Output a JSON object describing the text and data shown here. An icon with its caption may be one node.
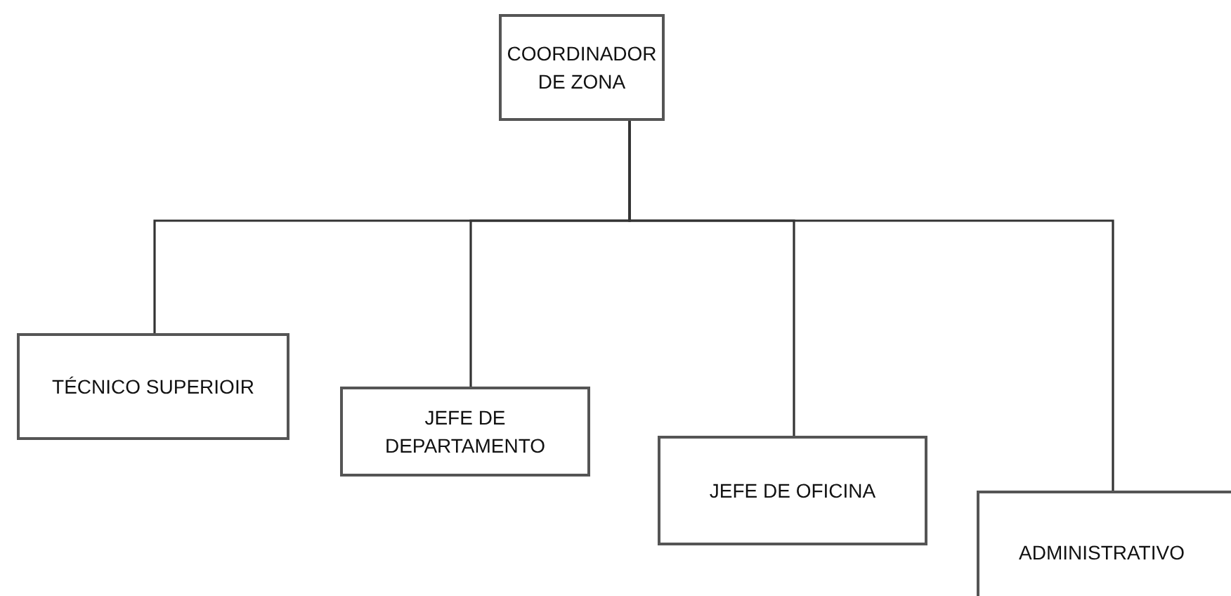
{
  "diagram": {
    "nodes": [
      {
        "text": [
          "COORDINADOR DE ZONA"
        ]
      },
      {
        "text": [
          "TÉCNICO SUPERIOIR"
        ]
      },
      {
        "text": [
          "JEFE DE DEPARTAMENTO"
        ]
      },
      {
        "text": [
          "JEFE DE OFICINA"
        ]
      },
      {
        "text": [
          "ADMINISTRATIVO"
        ]
      }
    ],
    "edges": [
      {
        "from": 0,
        "to": 1,
        "arrow": "none"
      },
      {
        "from": 0,
        "to": 2,
        "arrow": "none"
      },
      {
        "from": 0,
        "to": 3,
        "arrow": "none"
      },
      {
        "from": 0,
        "to": 4,
        "arrow": "none"
      }
    ]
  }
}
